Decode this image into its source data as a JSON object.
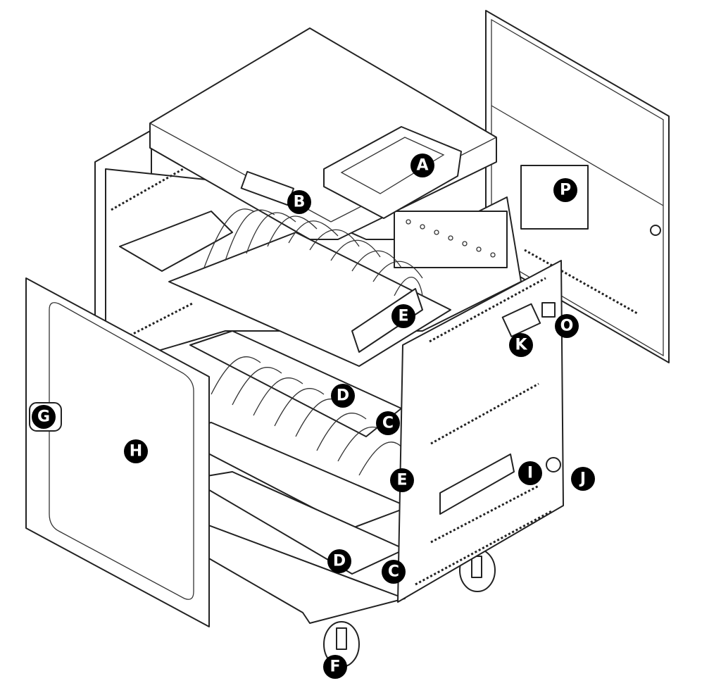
{
  "title": "Charging cart exploded component diagram",
  "colors": {
    "line": "#222222",
    "label_bg": "#000000",
    "label_text": "#ffffff"
  },
  "labels": [
    "A",
    "B",
    "P",
    "E",
    "O",
    "K",
    "D",
    "C",
    "G",
    "H",
    "E",
    "I",
    "J",
    "D",
    "C",
    "F"
  ]
}
